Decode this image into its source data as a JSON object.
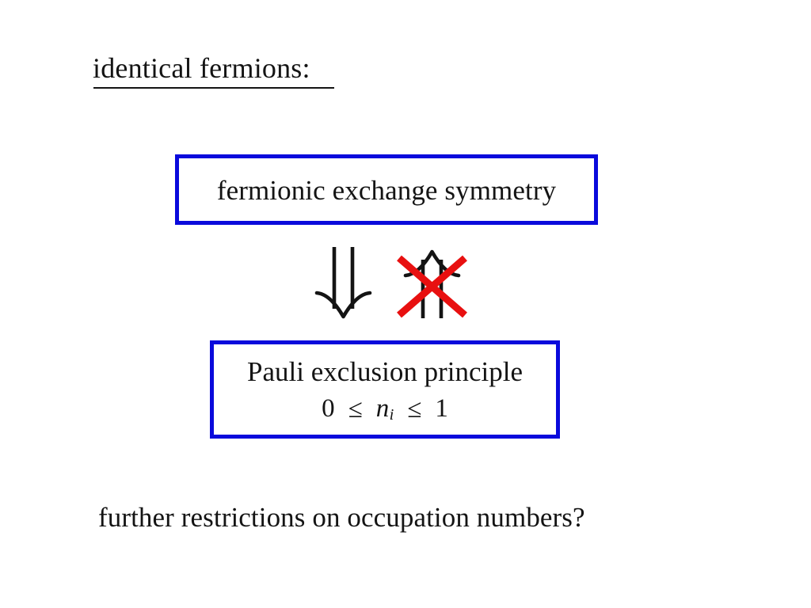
{
  "slide": {
    "heading": "identical fermions:",
    "footer_question": "further restrictions on occupation numbers?",
    "colors": {
      "box_border": "#0A0ADC",
      "forbidden_cross": "#E81010",
      "text": "#141414",
      "background": "#ffffff"
    }
  },
  "boxes": {
    "symmetry": {
      "label": "fermionic exchange symmetry"
    },
    "pauli": {
      "label": "Pauli exclusion principle",
      "formula": {
        "lower_bound": "0",
        "left_relation": "≤",
        "variable": "n",
        "variable_subscript": "i",
        "right_relation": "≤",
        "upper_bound": "1",
        "plain": "0 ≤ n_i ≤ 1"
      }
    }
  },
  "arrows": {
    "implies": {
      "glyph": "⇓",
      "meaning": "double-down-arrow-implies"
    },
    "forbidden": {
      "glyph": "⇑",
      "meaning": "double-up-arrow-crossed-out",
      "crossed_out": "true"
    }
  }
}
